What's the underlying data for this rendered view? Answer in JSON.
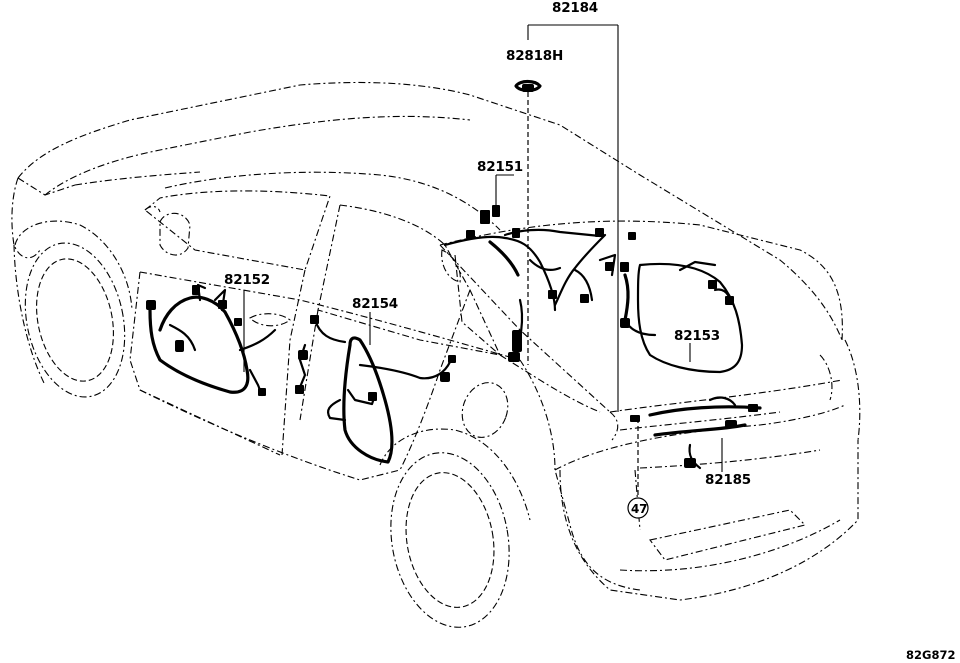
{
  "diagram": {
    "drawing_code": "82G872",
    "callouts": [
      {
        "id": "82184",
        "text": "82184"
      },
      {
        "id": "82818H",
        "text": "82818H"
      },
      {
        "id": "82151",
        "text": "82151"
      },
      {
        "id": "82152",
        "text": "82152"
      },
      {
        "id": "82154",
        "text": "82154"
      },
      {
        "id": "82153",
        "text": "82153"
      },
      {
        "id": "82185",
        "text": "82185"
      }
    ],
    "reference_circle": "47"
  }
}
